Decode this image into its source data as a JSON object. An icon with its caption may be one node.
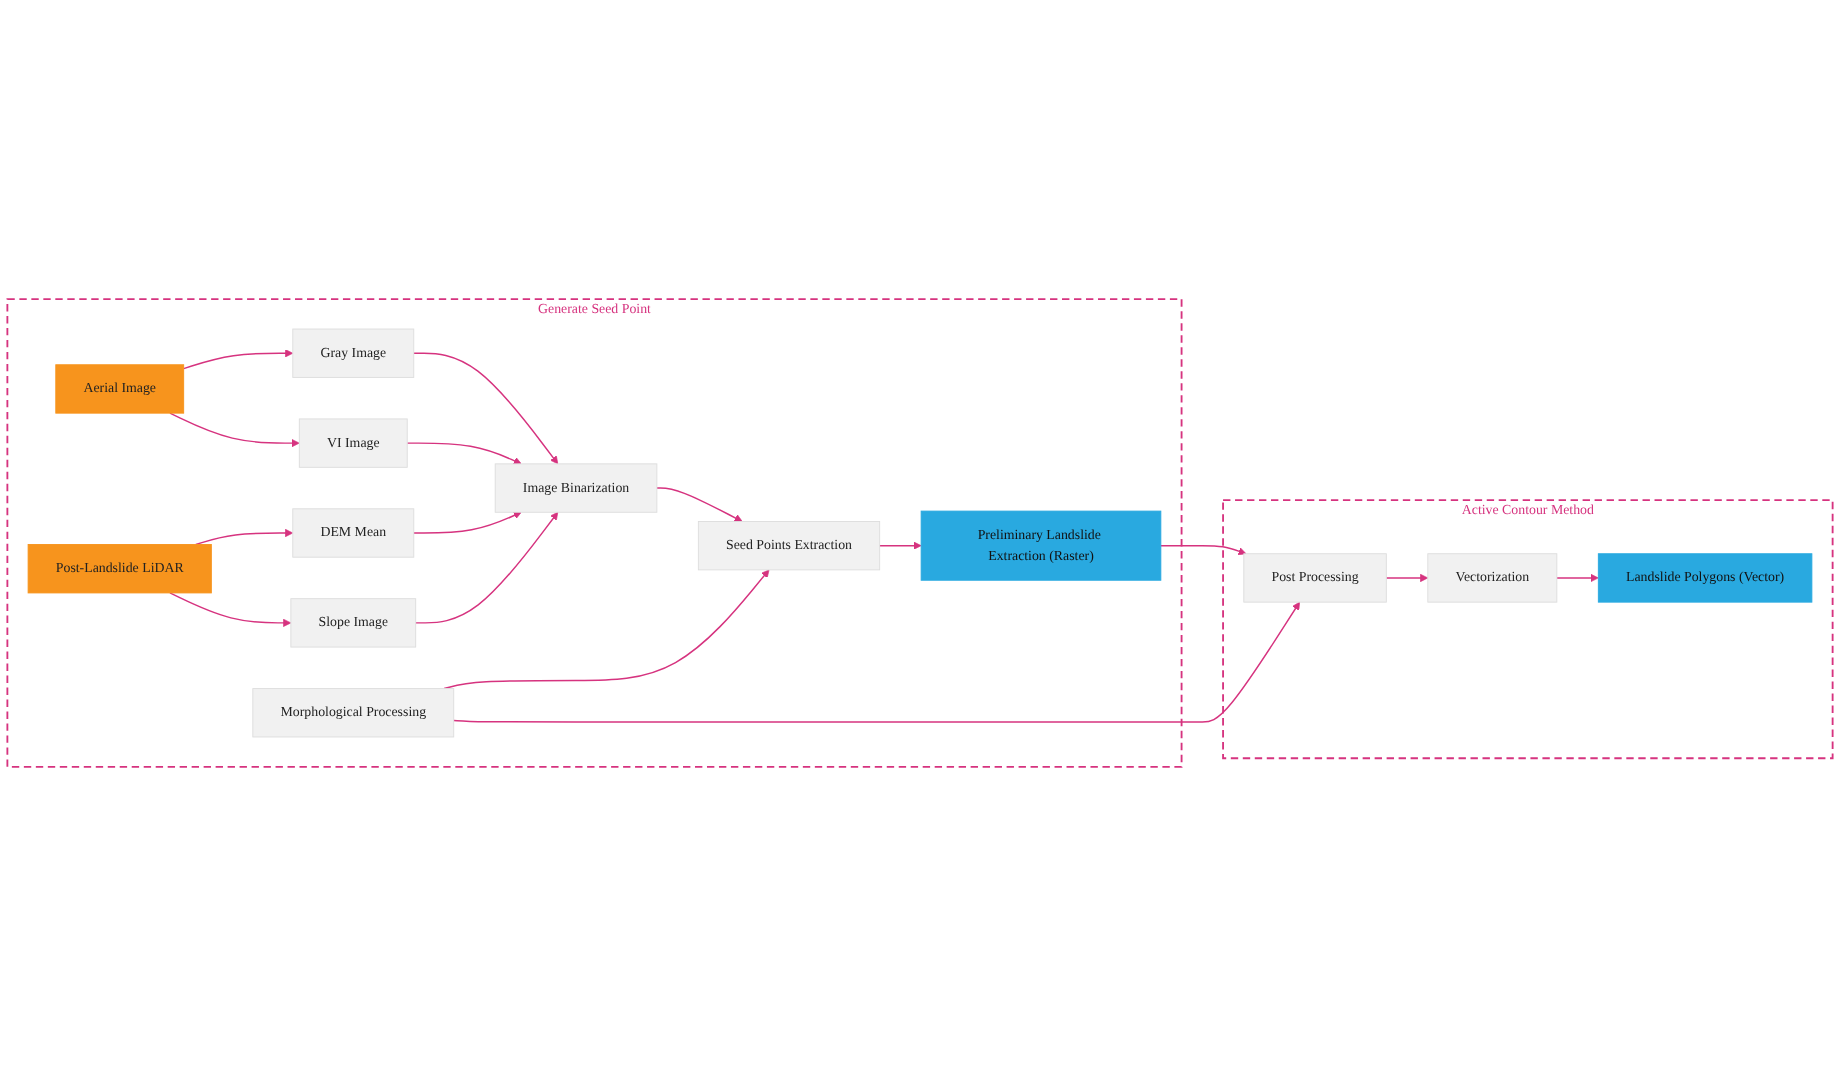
{
  "diagram": {
    "nodes": [
      {
        "text": [
          "Generate Seed Point"
        ]
      },
      {
        "text": [
          "Aerial Image"
        ],
        "in": 0
      },
      {
        "text": [
          "Gray Image"
        ],
        "in": 0
      },
      {
        "text": [
          "VI Image"
        ],
        "in": 0
      },
      {
        "text": [
          "Image Binarization"
        ],
        "in": 0
      },
      {
        "text": [
          "Seed Points Extraction"
        ],
        "in": 0
      },
      {
        "text": [
          "Preliminary Landslide Extraction (Raster)"
        ],
        "in": 0
      },
      {
        "text": [
          "Post-Landslide LiDAR"
        ],
        "in": 0
      },
      {
        "text": [
          "DEM Mean"
        ],
        "in": 0
      },
      {
        "text": [
          "Slope Image"
        ],
        "in": 0
      },
      {
        "text": [
          "Morphological Processing"
        ],
        "in": 0
      },
      {
        "text": [
          "Active Contour Method"
        ]
      },
      {
        "text": [
          "Landslide Polygons (Vector)"
        ],
        "in": 11
      },
      {
        "text": [
          "Vectorization"
        ],
        "in": 11
      },
      {
        "text": [
          "Post Processing"
        ],
        "in": 11
      }
    ],
    "edges": [
      {
        "from": 1,
        "to": 2,
        "arrow": "to"
      },
      {
        "from": 1,
        "to": 3,
        "arrow": "to"
      },
      {
        "from": 7,
        "to": 8,
        "arrow": "to"
      },
      {
        "from": 7,
        "to": 9,
        "arrow": "to"
      },
      {
        "from": 2,
        "to": 4,
        "arrow": "to"
      },
      {
        "from": 3,
        "to": 4,
        "arrow": "to"
      },
      {
        "from": 8,
        "to": 4,
        "arrow": "to"
      },
      {
        "from": 9,
        "to": 4,
        "arrow": "to"
      },
      {
        "from": 4,
        "to": 5,
        "arrow": "to"
      },
      {
        "from": 5,
        "to": 6,
        "arrow": "to"
      },
      {
        "from": 10,
        "to": 5,
        "arrow": "to"
      },
      {
        "from": 6,
        "to": 14,
        "arrow": "to"
      },
      {
        "from": 10,
        "to": 14,
        "arrow": "to"
      },
      {
        "from": 14,
        "to": 13,
        "arrow": "to"
      },
      {
        "from": 13,
        "to": 12,
        "arrow": "to"
      }
    ]
  }
}
